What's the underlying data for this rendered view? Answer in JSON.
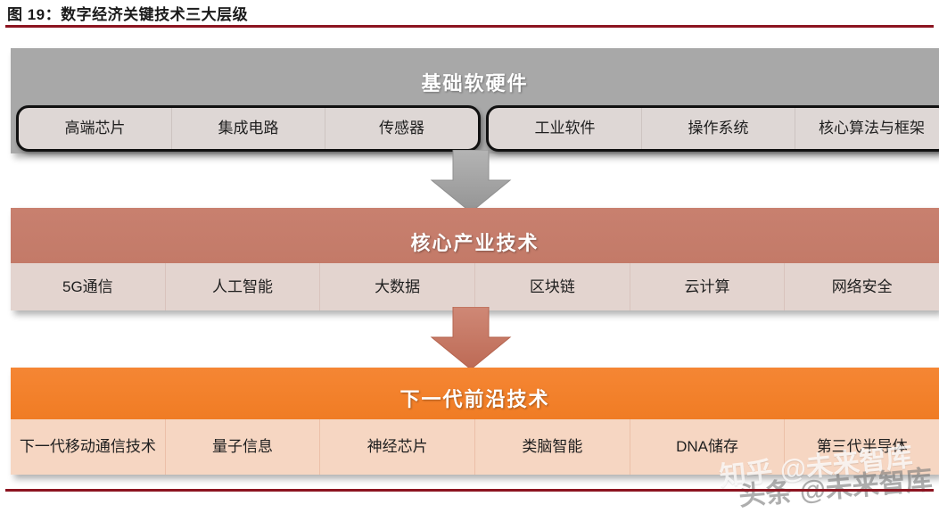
{
  "figure": {
    "caption": "图 19：数字经济关键技术三大层级",
    "rule_color": "#8c1420"
  },
  "layers": [
    {
      "id": "foundation",
      "title": "基础软硬件",
      "band_color": "#a8a8a8",
      "item_color": "#ded7d5",
      "groups": [
        {
          "id": "hardware",
          "items": [
            "高端芯片",
            "集成电路",
            "传感器"
          ]
        },
        {
          "id": "software",
          "items": [
            "工业软件",
            "操作系统",
            "核心算法与框架"
          ]
        }
      ]
    },
    {
      "id": "core",
      "title": "核心产业技术",
      "band_color": "#c8806f",
      "item_color": "#e3d4cf",
      "items": [
        "5G通信",
        "人工智能",
        "大数据",
        "区块链",
        "云计算",
        "网络安全"
      ]
    },
    {
      "id": "frontier",
      "title": "下一代前沿技术",
      "band_color": "#f58634",
      "item_color": "#f6d6c2",
      "items": [
        "下一代移动通信技术",
        "量子信息",
        "神经芯片",
        "类脑智能",
        "DNA储存",
        "第三代半导体"
      ]
    }
  ],
  "arrows": [
    {
      "id": "foundation-to-core",
      "color": "#9a9a9a"
    },
    {
      "id": "core-to-frontier",
      "color": "#c8745f"
    }
  ],
  "watermarks": {
    "zhihu": "知乎 @未来智库",
    "toutiao": "头条 @未来智库"
  }
}
